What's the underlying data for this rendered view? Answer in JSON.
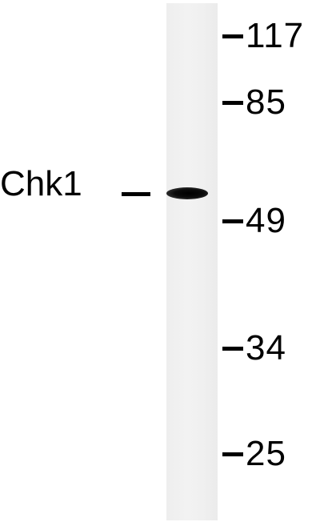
{
  "blot": {
    "band_label": "Chk1",
    "markers": [
      {
        "label": "117"
      },
      {
        "label": "85"
      },
      {
        "label": "49"
      },
      {
        "label": "34"
      },
      {
        "label": "25"
      }
    ]
  }
}
